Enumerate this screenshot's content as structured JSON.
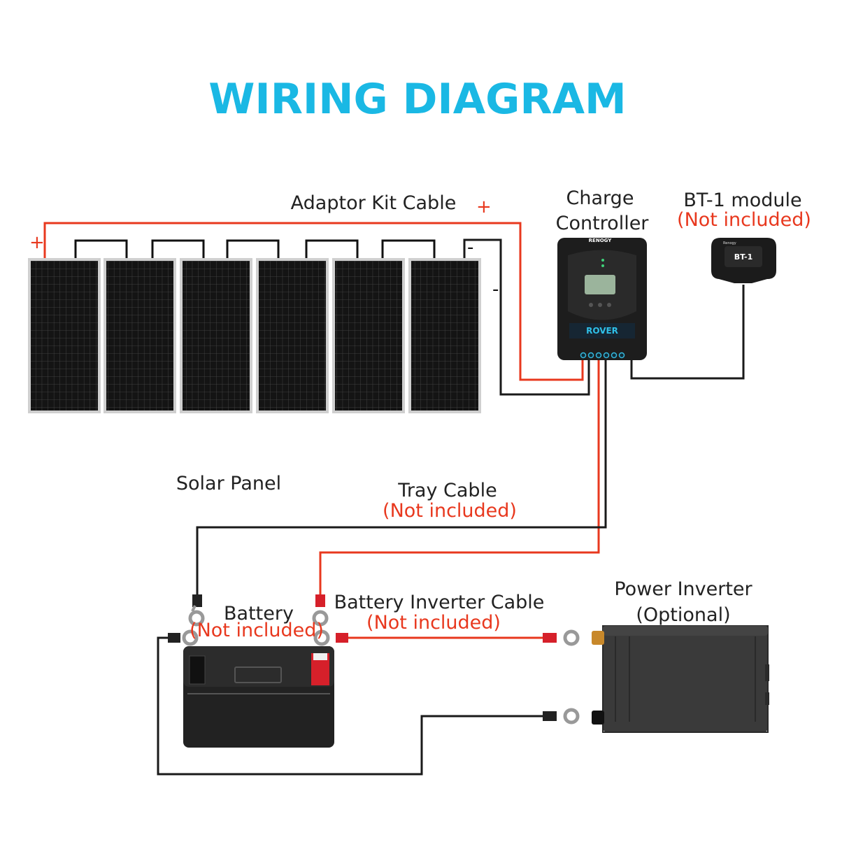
{
  "title": "WIRING DIAGRAM",
  "colors": {
    "title": "#1ab8e4",
    "positive_wire": "#e8381e",
    "negative_wire": "#1a1a1a",
    "note_text": "#e8381e",
    "panel_cell": "#111111",
    "panel_frame": "#c8c8c8"
  },
  "labels": {
    "adaptor_kit_cable": "Adaptor Kit Cable",
    "charge_controller_line1": "Charge",
    "charge_controller_line2": "Controller",
    "bt1_module": "BT-1 module",
    "bt1_note": "(Not included)",
    "solar_panel": "Solar Panel",
    "tray_cable": "Tray Cable",
    "tray_cable_note": "(Not included)",
    "battery": "Battery",
    "battery_note": "(Not included)",
    "battery_inverter_cable": "Battery Inverter Cable",
    "battery_inverter_cable_note": "(Not included)",
    "power_inverter": "Power Inverter",
    "power_inverter_note": "(Optional)"
  },
  "polarity": {
    "plus": "+",
    "minus": "-"
  },
  "devices": {
    "controller_brand": "RENOGY",
    "controller_model": "ROVER",
    "bt1_brand": "Renogy",
    "bt1_label": "BT-1"
  },
  "solar_panel_count": 6,
  "icons": [
    "solar-panel-icon",
    "charge-controller-icon",
    "bt1-module-icon",
    "battery-icon",
    "power-inverter-icon",
    "ring-terminal-icon"
  ]
}
